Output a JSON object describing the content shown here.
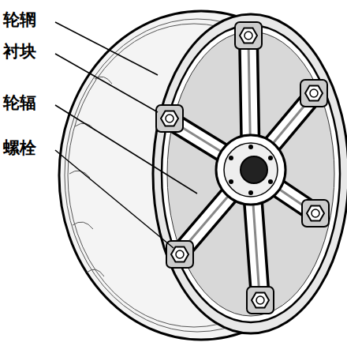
{
  "diagram": {
    "labels": [
      "轮辋",
      "衬块",
      "轮辐",
      "螺栓"
    ]
  }
}
